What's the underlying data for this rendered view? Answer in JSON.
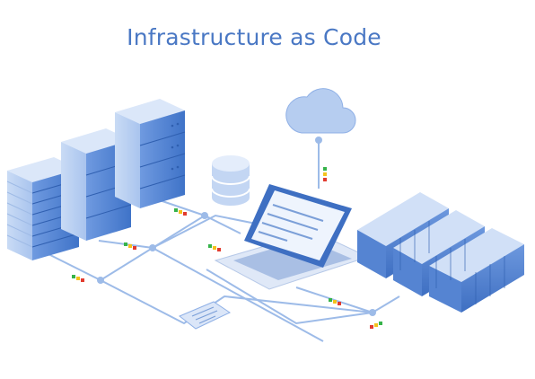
{
  "title": "Infrastructure as Code",
  "colors": {
    "accent": "#4a78c4",
    "server_light": "#b9d0f2",
    "server_dark": "#3f73c8",
    "network_line": "#9dbbe8",
    "flag_green": "#36b34a",
    "flag_yellow": "#f4c21c",
    "flag_red": "#e23b2e"
  },
  "components": [
    {
      "name": "server-rack-left",
      "icon": "server-rack-icon"
    },
    {
      "name": "server-rack-middle",
      "icon": "server-rack-icon"
    },
    {
      "name": "server-rack-right",
      "icon": "server-rack-icon"
    },
    {
      "name": "database",
      "icon": "database-icon"
    },
    {
      "name": "cloud",
      "icon": "cloud-icon"
    },
    {
      "name": "laptop",
      "icon": "laptop-icon"
    },
    {
      "name": "mobile-device",
      "icon": "tablet-icon"
    },
    {
      "name": "containers",
      "icon": "shipping-container-icon"
    }
  ]
}
